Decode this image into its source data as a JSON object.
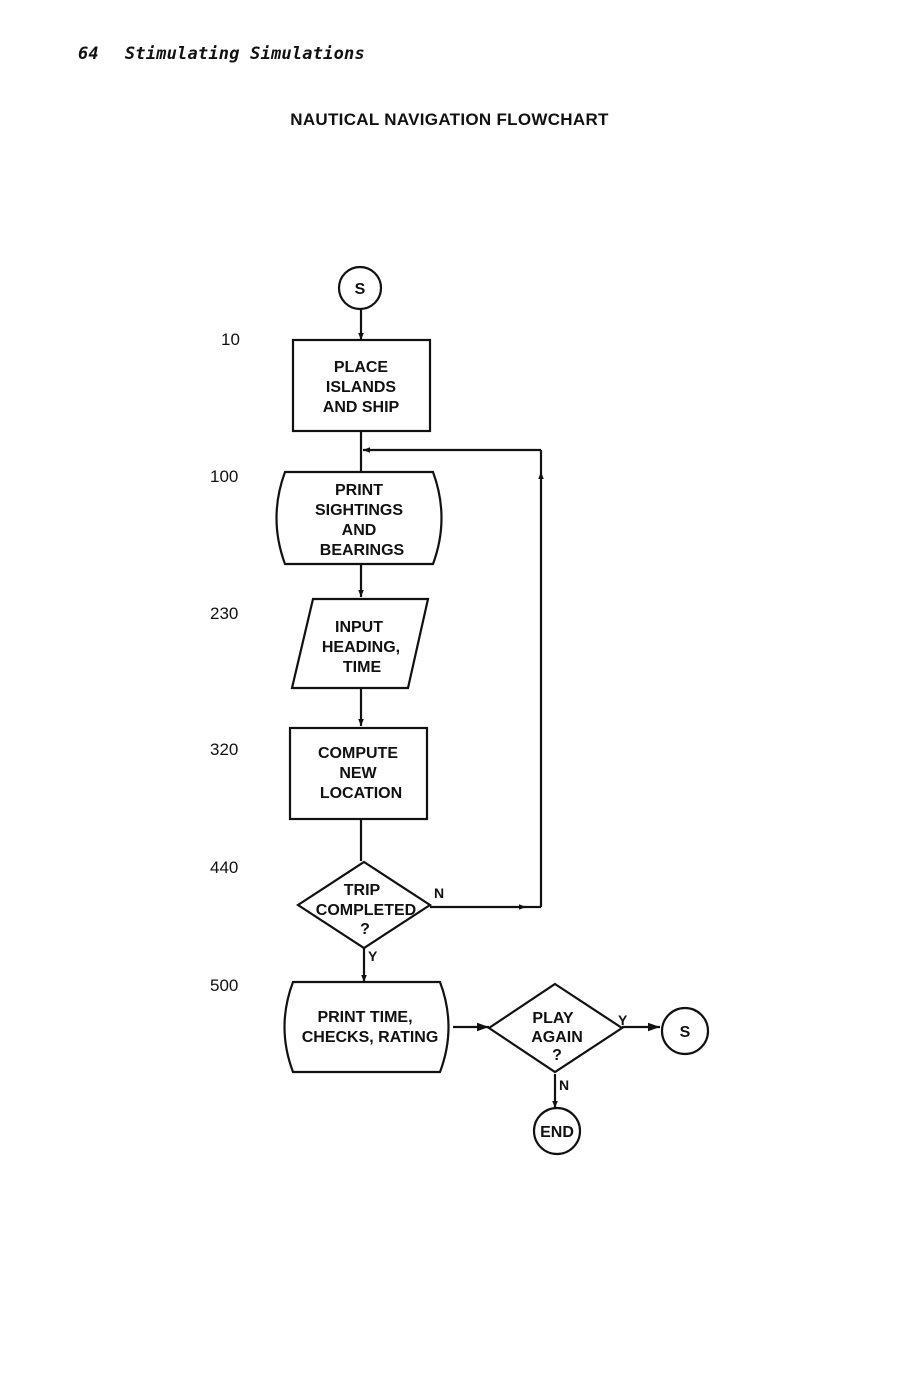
{
  "page": {
    "page_number": "64",
    "book_title": "Stimulating Simulations"
  },
  "diagram": {
    "title": "NAUTICAL NAVIGATION FLOWCHART",
    "line_numbers": [
      "10",
      "100",
      "230",
      "320",
      "440",
      "500"
    ],
    "nodes": {
      "start": {
        "label": "S"
      },
      "place_islands": {
        "lines": [
          "PLACE",
          "ISLANDS",
          "AND SHIP"
        ]
      },
      "print_sightings": {
        "lines": [
          "PRINT",
          "SIGHTINGS",
          "AND",
          "BEARINGS"
        ]
      },
      "input_heading": {
        "lines": [
          "INPUT",
          "HEADING,",
          "TIME"
        ]
      },
      "compute_location": {
        "lines": [
          "COMPUTE",
          "NEW",
          "LOCATION"
        ]
      },
      "trip_completed": {
        "lines": [
          "TRIP",
          "COMPLETED",
          "?"
        ]
      },
      "print_time": {
        "lines": [
          "PRINT TIME,",
          "CHECKS, RATING"
        ]
      },
      "play_again": {
        "lines": [
          "PLAY",
          "AGAIN",
          "?"
        ]
      },
      "restart": {
        "label": "S"
      },
      "end": {
        "label": "END"
      }
    },
    "edge_labels": {
      "trip_no": "N",
      "trip_yes": "Y",
      "play_yes": "Y",
      "play_no": "N"
    }
  }
}
